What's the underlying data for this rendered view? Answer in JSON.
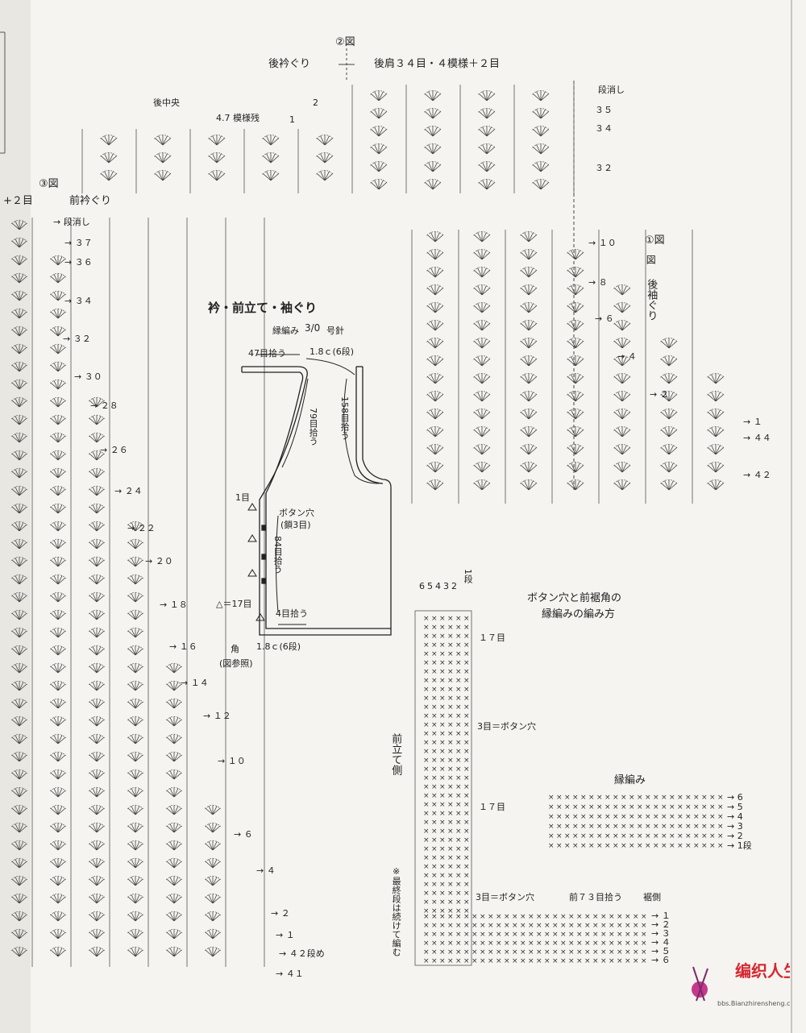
{
  "fig2": {
    "title": "②図",
    "back_neck": "後衿ぐり",
    "back_shoulder": "後肩３４目・４模様＋２目",
    "back_center": "後中央",
    "pattern_remain": "4.7 模様残",
    "dec_marks": [
      "1",
      "2"
    ],
    "right_rows": [
      "段消し",
      "３５",
      "３４",
      "３２"
    ]
  },
  "fig3": {
    "title": "③図",
    "plus": "+２目",
    "front_neck": "前衿ぐり",
    "rows": [
      "段消し",
      "３７",
      "３６",
      "３４",
      "３２",
      "３０",
      "２８",
      "２６",
      "２４",
      "２２",
      "２０",
      "１８",
      "１６",
      "１４",
      "１２",
      "１０",
      "６",
      "４",
      "２",
      "１",
      "４２段め",
      "４１"
    ]
  },
  "fig1": {
    "title": "①図",
    "caption": "後袖ぐり",
    "rows": [
      "１０",
      "８",
      "６",
      "４",
      "２",
      "１",
      "４４",
      "４２"
    ]
  },
  "edging": {
    "title": "衿・前立て・袖ぐり",
    "subtitle": "縁編み",
    "needle": "号針",
    "needle_num": "3/0",
    "pick_47": "47目拾う",
    "cm_top": "1.8ｃ(6段)",
    "pick_158": "158目拾う",
    "pick_79": "79目拾う",
    "one_st": "1目",
    "buttonhole": "ボタン穴",
    "buttonhole_sub": "(鎖3目)",
    "pick_84": "84目拾う",
    "tri_17": "△＝17目",
    "pick_4": "4目拾う",
    "corner": "角",
    "corner_ref": "(図参照)",
    "cm_bottom": "1.8ｃ(6段)"
  },
  "buttonhole_chart": {
    "title1": "ボタン穴と前裾角の",
    "title2": "縁編みの編み方",
    "row_top": "1段",
    "row_nums": [
      "6",
      "5",
      "4",
      "3",
      "2"
    ],
    "count17a": "１７目",
    "bh1": "3目＝ボタン穴",
    "count17b": "１７目",
    "bh2": "3目＝ボタン穴",
    "pick_front": "前７３目拾う",
    "hem_side": "裾側",
    "front_side": "前立て側",
    "note": "※最終段は続けて編む",
    "bottom_rows": [
      "１",
      "２",
      "３",
      "４",
      "５",
      "６"
    ]
  },
  "edge_sample": {
    "title": "縁編み",
    "rows": [
      "6",
      "5",
      "4",
      "3",
      "2",
      "1段"
    ]
  },
  "logo": {
    "text": "编织人生",
    "url": "bbs.Bianzhirensheng.com"
  }
}
